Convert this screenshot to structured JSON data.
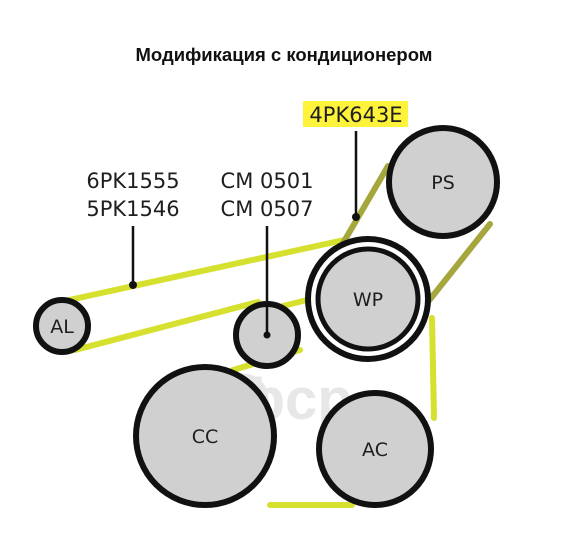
{
  "title": "Модификация с кондиционером",
  "highlight_label": "4PK643E",
  "belt_labels": {
    "long_belt": [
      "6PK1555",
      "5PK1546"
    ],
    "tensioner": [
      "CM 0501",
      "CM 0507"
    ]
  },
  "pulleys": {
    "ps": "PS",
    "wp": "WP",
    "al": "AL",
    "cc": "CC",
    "ac": "AC"
  },
  "watermark": "abcp",
  "colors": {
    "belt": "#d6e02e",
    "belt_short": "#a5a63c",
    "highlight": "#fff23a",
    "pulley_fill": "#d0d0d0",
    "outline": "#111111"
  }
}
